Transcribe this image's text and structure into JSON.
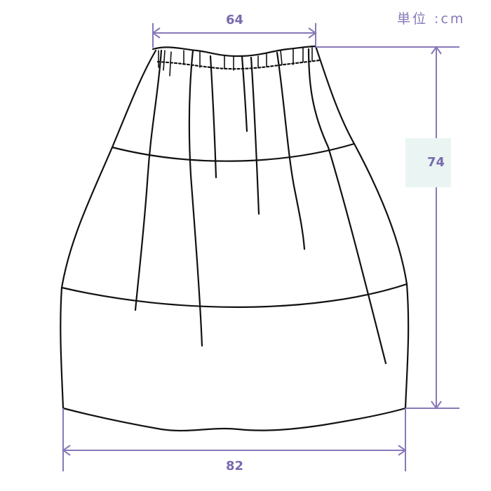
{
  "unit_label": "単位 :cm",
  "dimensions": {
    "waist": "64",
    "length": "74",
    "hem": "82"
  },
  "colors": {
    "dimension": "#8878b8",
    "label_bg": "#eaf5f3",
    "outline": "#111111"
  }
}
